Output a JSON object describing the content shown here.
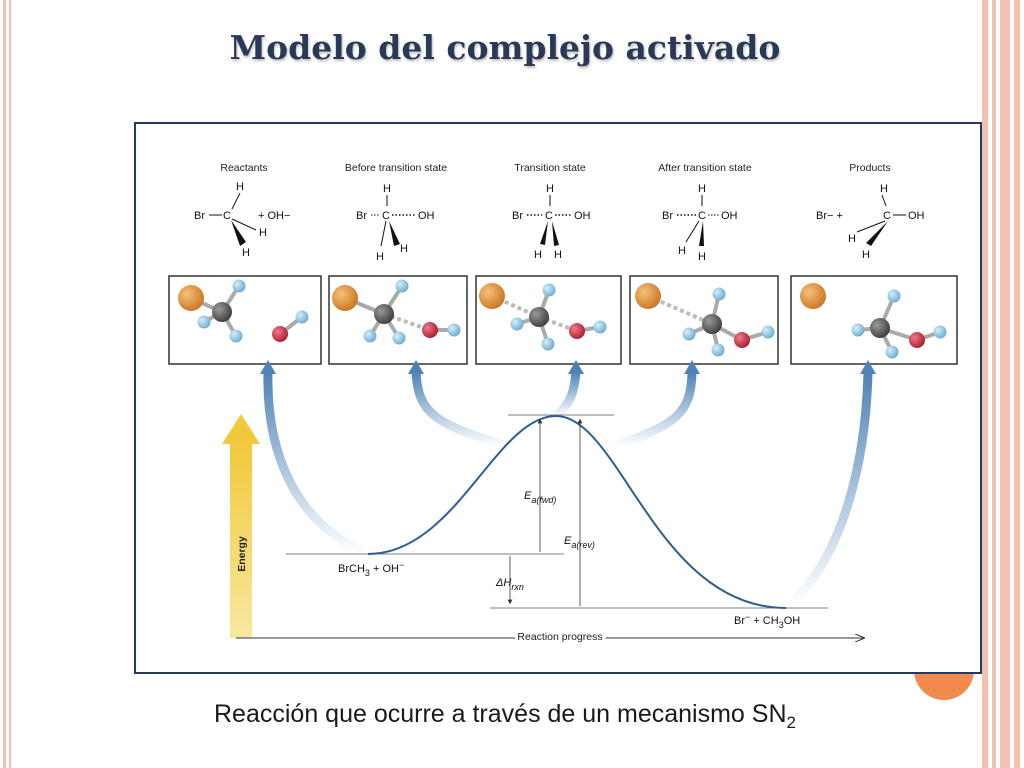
{
  "slide": {
    "title": "Modelo del complejo activado",
    "caption_main": "Reacción que ocurre a través de un mecanismo SN",
    "caption_sub": "2"
  },
  "figure": {
    "stages": [
      {
        "label": "Reactants"
      },
      {
        "label": "Before transition state"
      },
      {
        "label": "Transition state"
      },
      {
        "label": "After transition state"
      },
      {
        "label": "Products"
      }
    ],
    "chem": {
      "H": "H",
      "C": "C",
      "Br": "Br",
      "OH": "OH",
      "plus_oh": "+ OH−",
      "br_minus_plus": "Br− +"
    },
    "energy_label": "Energy",
    "x_axis_label": "Reaction progress",
    "reactants_label": "BrCH",
    "reactants_sub": "3",
    "reactants_tail": " + OH",
    "reactants_sup": "−",
    "products_label": "Br",
    "products_sup": "−",
    "products_mid": " + CH",
    "products_sub": "3",
    "products_tail": "OH",
    "ea_fwd_main": "E",
    "ea_fwd_sub": "a(fwd)",
    "ea_rev_main": "E",
    "ea_rev_sub": "a(rev)",
    "dh_main": "ΔH",
    "dh_sub": "rxn"
  },
  "colors": {
    "title": "#2a3957",
    "frame": "#233b5e",
    "bromine": "#d8892f",
    "carbon": "#5c5c5c",
    "hydrogen": "#8cc6e4",
    "oxygen": "#c62940",
    "arrow": "#4f83b6",
    "energy_arrow": "#f2d04a",
    "stripe": "#f3c1b0",
    "accent_circle": "#f58a4e"
  }
}
